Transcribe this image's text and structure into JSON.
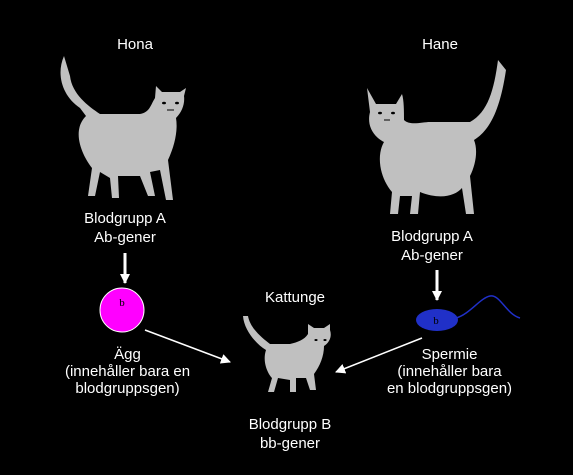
{
  "female": {
    "title": "Hona",
    "blood_group": "Blodgrupp A",
    "genes": "Ab-gener"
  },
  "male": {
    "title": "Hane",
    "blood_group": "Blodgrupp A",
    "genes": "Ab-gener"
  },
  "egg": {
    "label": "Ägg\n(innehåller bara en\nblodgruppsgen)",
    "gene": "b",
    "color": "#ff00ff"
  },
  "sperm": {
    "label": "Spermie\n(innehåller bara\nen blodgruppsgen)",
    "gene": "b",
    "color": "#2030c8"
  },
  "kitten": {
    "title": "Kattunge",
    "blood_group": "Blodgrupp B",
    "genes": "bb-gener"
  },
  "colors": {
    "background": "#000000",
    "cat": "#c0c0c0",
    "text": "#ffffff"
  }
}
